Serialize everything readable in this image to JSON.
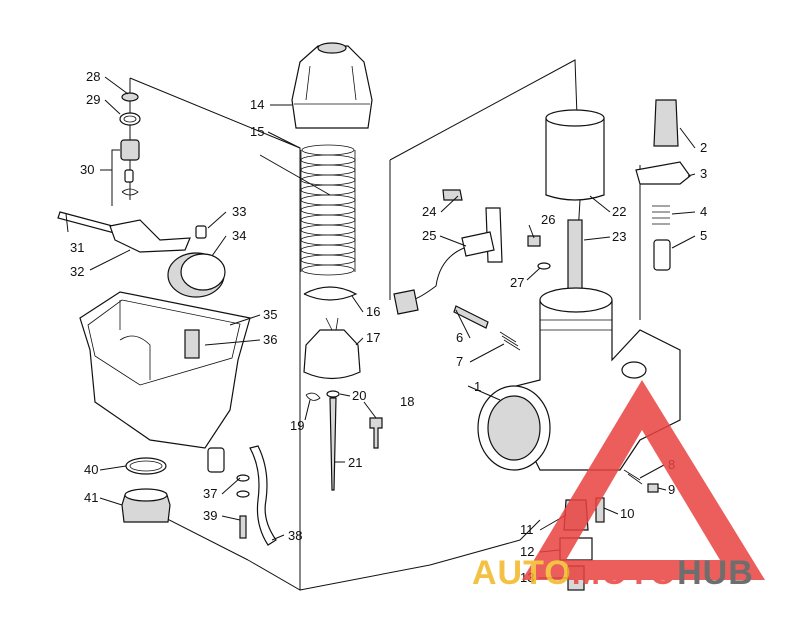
{
  "diagram": {
    "callouts": [
      "1",
      "2",
      "3",
      "4",
      "5",
      "6",
      "7",
      "8",
      "9",
      "10",
      "11",
      "12",
      "13",
      "14",
      "15",
      "16",
      "17",
      "18",
      "19",
      "20",
      "21",
      "22",
      "23",
      "24",
      "25",
      "26",
      "27",
      "28",
      "29",
      "30",
      "31",
      "32",
      "33",
      "34",
      "35",
      "36",
      "37",
      "38",
      "39",
      "40",
      "41"
    ]
  },
  "watermark": {
    "part1": "AUTO",
    "part2": "MOTO",
    "part3": "HUB",
    "color_auto": "#f2b824",
    "color_moto": "#e8423f",
    "color_hub": "#555555",
    "triangle_color": "#e8423f"
  }
}
